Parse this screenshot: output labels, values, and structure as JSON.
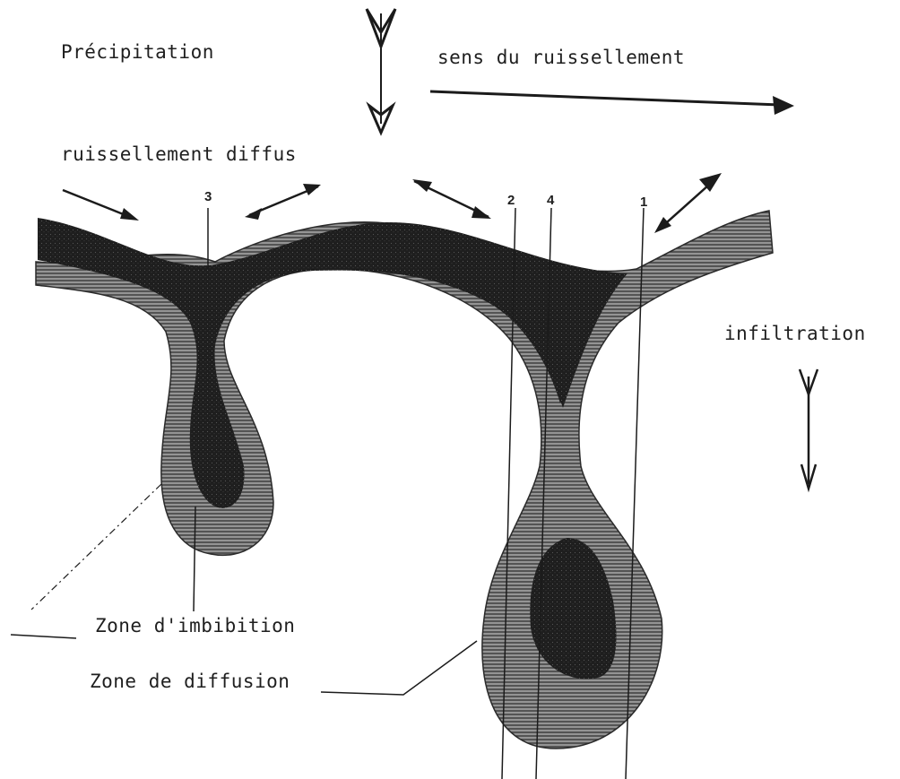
{
  "labels": {
    "precipitation": "Précipitation",
    "sens_ruissellement": "sens du ruissellement",
    "ruissellement_diffus": "ruissellement diffus",
    "infiltration": "infiltration",
    "zone_imbibition": "Zone d'imbibition",
    "zone_diffusion": "Zone de diffusion"
  },
  "markers": [
    "3",
    "2",
    "4",
    "1"
  ],
  "colors": {
    "dark_layer": "#1f1f1f",
    "hatched_layer": "#6a6a6a",
    "line": "#1b1b1b"
  }
}
